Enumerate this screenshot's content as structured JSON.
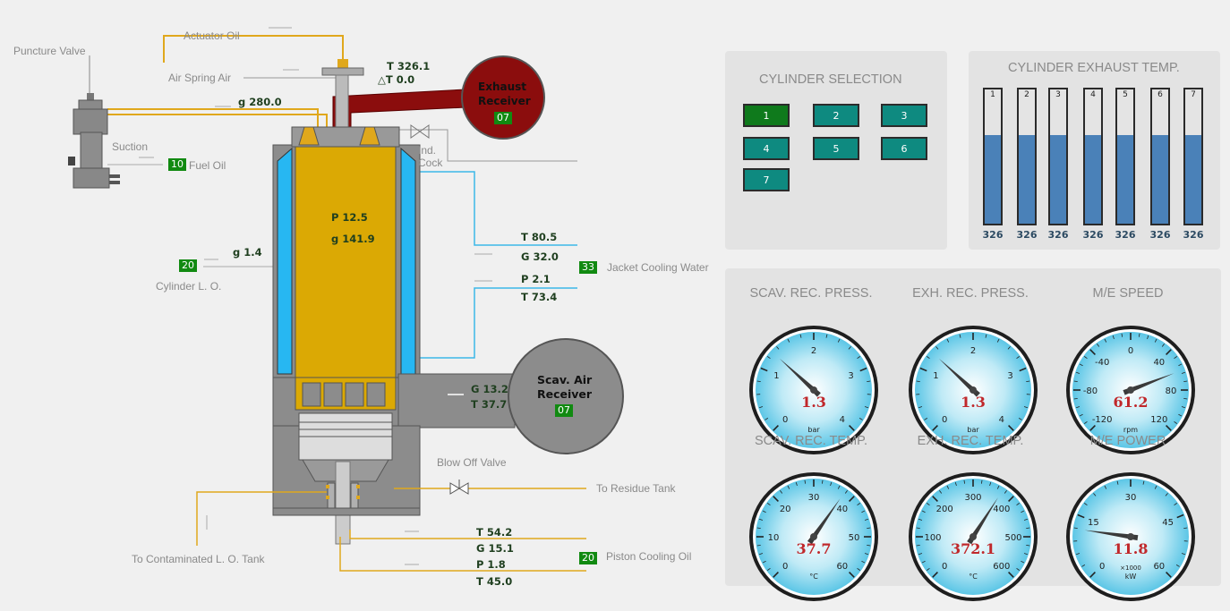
{
  "engine": {
    "labels": {
      "puncture_valve": "Puncture Valve",
      "actuator_oil": "Actuator Oil",
      "air_spring_air": "Air Spring Air",
      "suction": "Suction",
      "fuel_oil": "Fuel Oil",
      "cylinder_lo": "Cylinder L. O.",
      "ind_cock_1": "Ind.",
      "ind_cock_2": "Cock",
      "jacket_cooling_water": "Jacket Cooling Water",
      "blow_off_valve": "Blow Off Valve",
      "to_residue_tank": "To Residue Tank",
      "to_contaminated_lo": "To Contaminated L. O. Tank",
      "piston_cooling_oil": "Piston Cooling Oil",
      "exhaust_receiver_1": "Exhaust",
      "exhaust_receiver_2": "Receiver",
      "scav_receiver_1": "Scav. Air",
      "scav_receiver_2": "Receiver"
    },
    "values": {
      "exh_t": "T 326.1",
      "exh_dt": "△T 0.0",
      "fuel_g": "g 280.0",
      "cyl_p": "P 12.5",
      "cyl_g": "g 141.9",
      "cyl_lo_g": "g 1.4",
      "jcw_t_out": "T 80.5",
      "jcw_g": "G 32.0",
      "jcw_p": "P 2.1",
      "jcw_t_in": "T 73.4",
      "scav_g": "G 13.2",
      "scav_t": "T 37.7",
      "pco_t_out": "T 54.2",
      "pco_g": "G 15.1",
      "pco_p": "P 1.8",
      "pco_t_in": "T 45.0"
    },
    "tags": {
      "exhaust": "07",
      "fuel_oil": "10",
      "cylinder_lo": "20",
      "jacket": "33",
      "scav": "07",
      "piston_cooling": "20"
    }
  },
  "cylinder_selection": {
    "title": "CYLINDER SELECTION",
    "selected": 1,
    "buttons": [
      "1",
      "2",
      "3",
      "4",
      "5",
      "6",
      "7"
    ]
  },
  "exhaust_temp": {
    "title": "CYLINDER EXHAUST TEMP.",
    "fill_fraction": 0.66,
    "cylinders": [
      {
        "num": "1",
        "value": "326"
      },
      {
        "num": "2",
        "value": "326"
      },
      {
        "num": "3",
        "value": "326"
      },
      {
        "num": "4",
        "value": "326"
      },
      {
        "num": "5",
        "value": "326"
      },
      {
        "num": "6",
        "value": "326"
      },
      {
        "num": "7",
        "value": "326"
      }
    ]
  },
  "gauges": [
    {
      "title": "SCAV. REC. PRESS.",
      "value": "1.3",
      "unit": "bar",
      "ticks": [
        "0",
        "1",
        "2",
        "3",
        "4"
      ],
      "min": 0,
      "max": 4,
      "reading": 1.3,
      "mult": ""
    },
    {
      "title": "EXH. REC. PRESS.",
      "value": "1.3",
      "unit": "bar",
      "ticks": [
        "0",
        "1",
        "2",
        "3",
        "4"
      ],
      "min": 0,
      "max": 4,
      "reading": 1.3,
      "mult": ""
    },
    {
      "title": "M/E SPEED",
      "value": "61.2",
      "unit": "rpm",
      "ticks": [
        "-120",
        "-80",
        "-40",
        "0",
        "40",
        "80",
        "120"
      ],
      "min": -120,
      "max": 120,
      "reading": 61.2,
      "mult": ""
    },
    {
      "title": "SCAV. REC. TEMP.",
      "value": "37.7",
      "unit": "°C",
      "ticks": [
        "0",
        "10",
        "20",
        "30",
        "40",
        "50",
        "60"
      ],
      "min": 0,
      "max": 60,
      "reading": 37.7,
      "mult": ""
    },
    {
      "title": "EXH. REC. TEMP.",
      "value": "372.1",
      "unit": "°C",
      "ticks": [
        "0",
        "100",
        "200",
        "300",
        "400",
        "500",
        "600"
      ],
      "min": 0,
      "max": 600,
      "reading": 372.1,
      "mult": ""
    },
    {
      "title": "M/E POWER",
      "value": "11.8",
      "unit": "kW",
      "ticks": [
        "0",
        "15",
        "30",
        "45",
        "60"
      ],
      "min": 0,
      "max": 60,
      "reading": 11.8,
      "mult": "×1000"
    }
  ]
}
